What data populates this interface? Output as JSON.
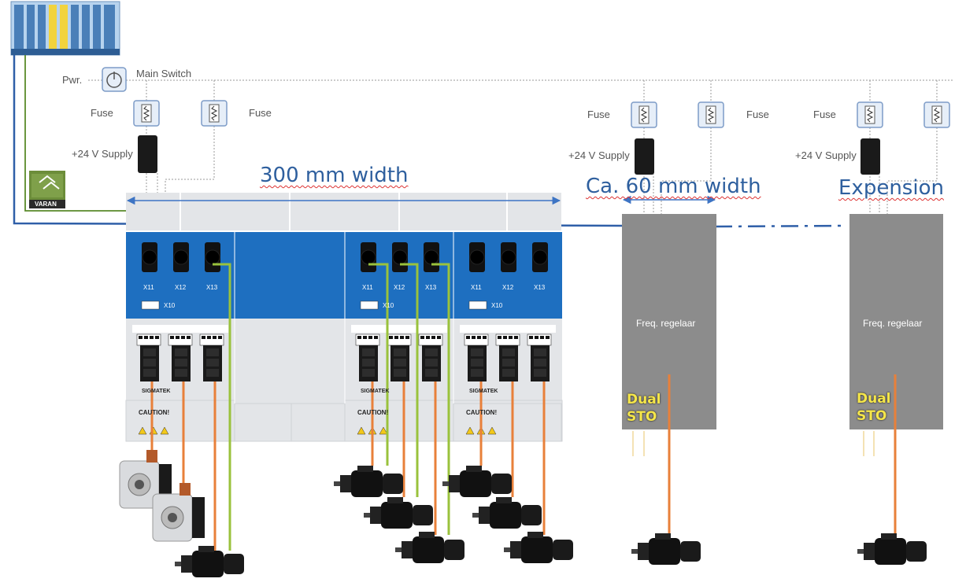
{
  "labels": {
    "pwr": "Pwr.",
    "main_switch": "Main Switch",
    "fuse": "Fuse",
    "supply": "+24 V Supply",
    "width_300": "300 mm width",
    "width_60": "Ca. 60 mm width",
    "expansion": "Expension",
    "freq": "Freq. regelaar",
    "dual": "Dual",
    "sto": "STO",
    "varan": "VARAN",
    "caution": "CAUTION!",
    "brand": "SIGMATEK",
    "connectors": [
      "X11",
      "X12",
      "X13"
    ],
    "x10": "X10"
  },
  "colors": {
    "module_blue": "#1e6fc0",
    "module_grey": "#e3e5e8",
    "freq_grey": "#8c8c8c",
    "motor_cable": "#e8803a",
    "encoder_cable": "#9ac23c",
    "bus_line": "#2f5fa8",
    "varan_green": "#5a8a2a",
    "dim_arrow": "#3d74c4",
    "sto_text": "#f5e64a"
  }
}
